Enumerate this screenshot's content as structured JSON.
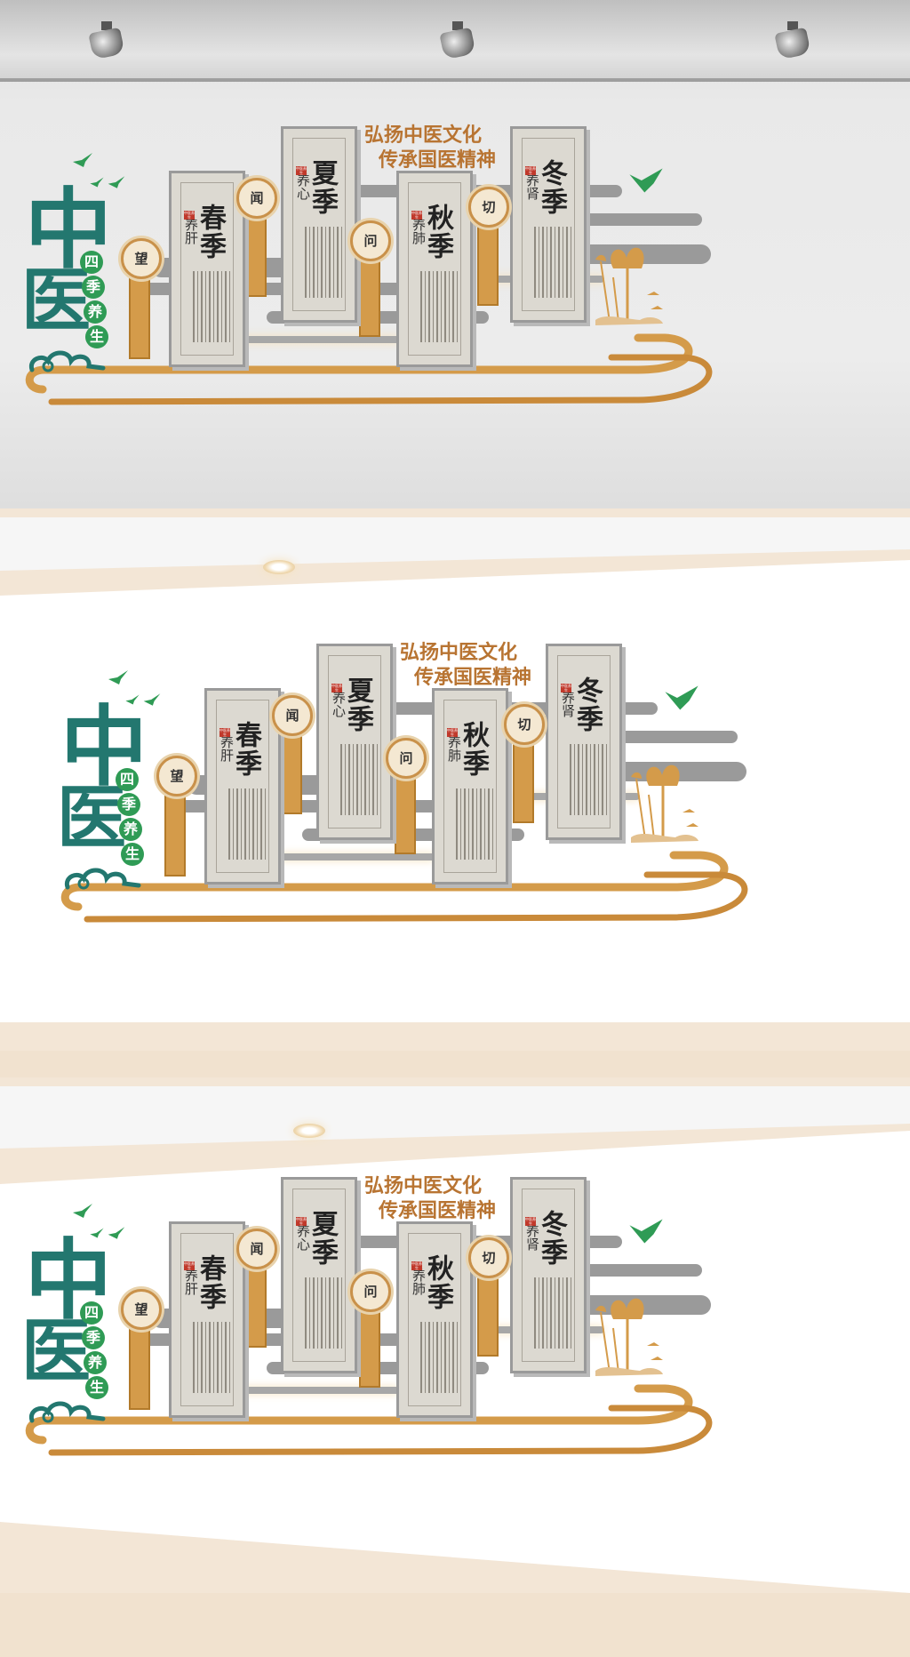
{
  "slogan": {
    "line1": "弘扬中医文化",
    "line2": "传承国医精神"
  },
  "title": {
    "zhong": "中",
    "yi": "医"
  },
  "subtitle": [
    "四",
    "季",
    "养",
    "生"
  ],
  "seal_text": "中医养生",
  "diagnosis": {
    "wang": "望",
    "wen_smell": "闻",
    "wen_ask": "问",
    "qie": "切"
  },
  "seasons": [
    {
      "name": "春季",
      "organ": "养肝"
    },
    {
      "name": "夏季",
      "organ": "养心"
    },
    {
      "name": "秋季",
      "organ": "养肺"
    },
    {
      "name": "冬季",
      "organ": "养肾"
    }
  ],
  "colors": {
    "teal": "#23776f",
    "green": "#2f9b55",
    "gold": "#d49b4a",
    "panel": "#dcd9d1",
    "rail": "#9a9a9a",
    "red_seal": "#c0392b"
  }
}
